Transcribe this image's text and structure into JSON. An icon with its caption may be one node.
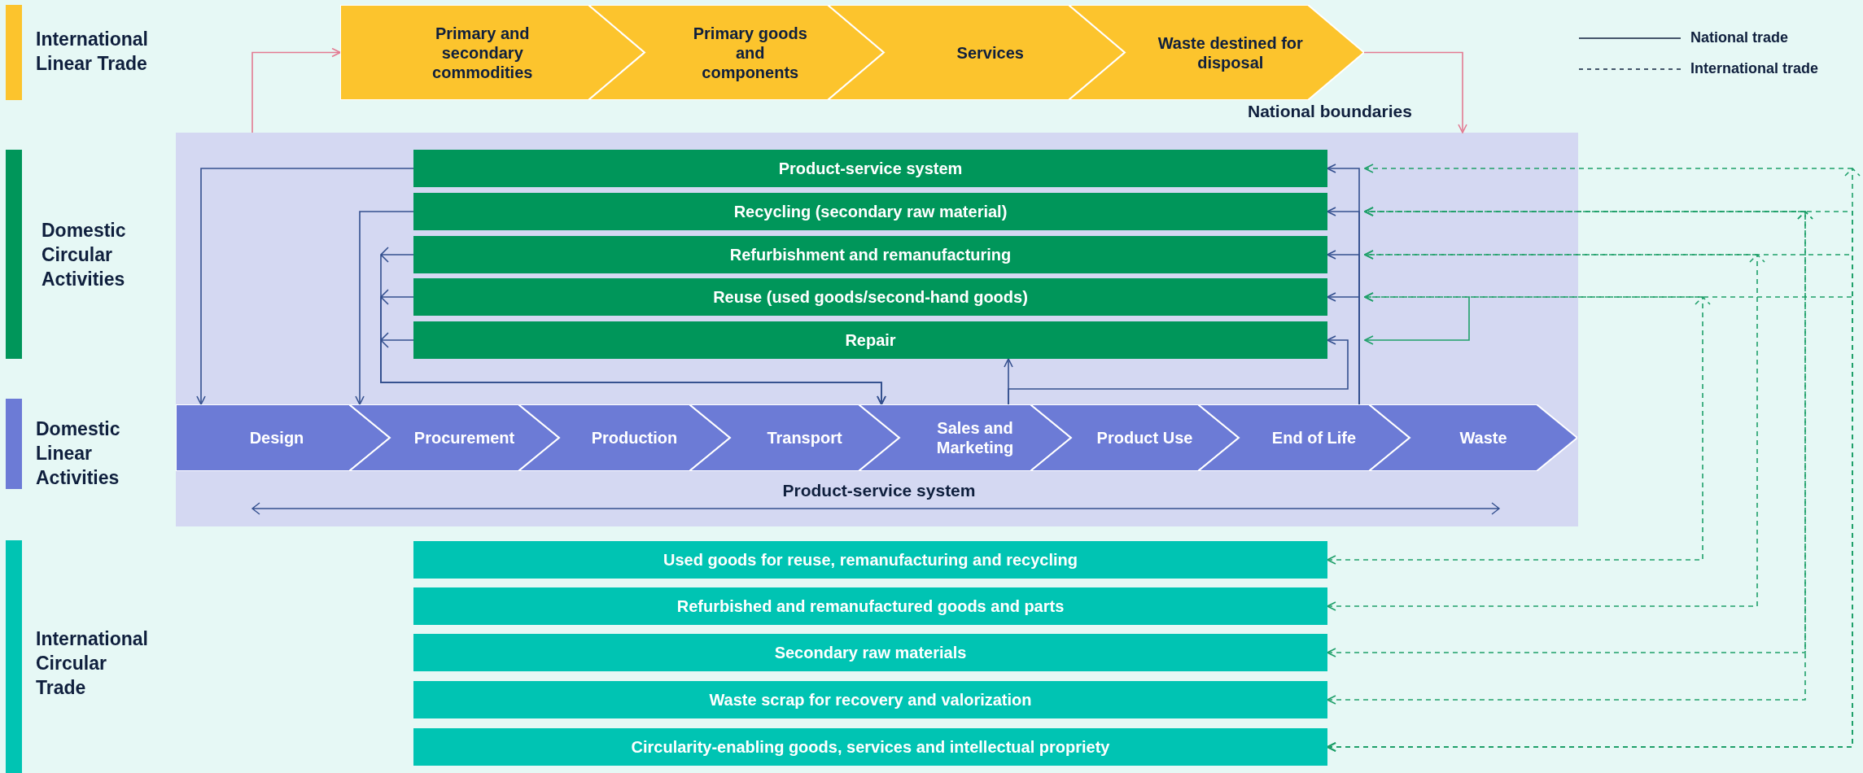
{
  "diagram": {
    "nodes": [
      {
        "text": [
          "National boundaries"
        ]
      },
      {
        "text": [
          "Primary and secondary commodities"
        ]
      },
      {
        "text": [
          "Primary goods and components"
        ]
      },
      {
        "text": [
          "Services"
        ]
      },
      {
        "text": [
          "Waste destined for disposal"
        ]
      },
      {
        "text": [
          "Product-service system"
        ],
        "in": 0
      },
      {
        "text": [
          "Recycling (secondary raw material)"
        ],
        "in": 0
      },
      {
        "text": [
          "Refurbishment and remanufacturing"
        ],
        "in": 0
      },
      {
        "text": [
          "Reuse (used goods/second-hand goods)"
        ],
        "in": 0
      },
      {
        "text": [
          "Repair"
        ],
        "in": 0
      },
      {
        "text": [
          "Design"
        ],
        "in": 0
      },
      {
        "text": [
          "Procurement"
        ],
        "in": 0
      },
      {
        "text": [
          "Production"
        ],
        "in": 0
      },
      {
        "text": [
          "Transport"
        ],
        "in": 0
      },
      {
        "text": [
          "Sales and Marketing"
        ],
        "in": 0
      },
      {
        "text": [
          "Product Use"
        ],
        "in": 0
      },
      {
        "text": [
          "End of Life"
        ],
        "in": 0
      },
      {
        "text": [
          "Waste"
        ],
        "in": 0
      },
      {
        "text": [
          "Used goods for reuse, remanufacturing and recycling"
        ]
      },
      {
        "text": [
          "Refurbished and remanufactured goods and parts"
        ]
      },
      {
        "text": [
          "Secondary raw materials"
        ]
      },
      {
        "text": [
          "Waste scrap for recovery and valorization"
        ]
      },
      {
        "text": [
          "Circularity-enabling goods, services and intellectual propriety"
        ]
      },
      {
        "text": [
          "International Linear Trade"
        ]
      },
      {
        "text": [
          "Domestic Circular Activities"
        ]
      },
      {
        "text": [
          "Domestic Linear Activities"
        ]
      },
      {
        "text": [
          "International Circular Trade"
        ]
      }
    ],
    "edges": [
      {
        "from": 0,
        "to": 1,
        "arrow": "to",
        "color": "#e37a92"
      },
      {
        "from": 4,
        "to": 0,
        "arrow": "to",
        "color": "#e37a92"
      },
      {
        "from": 5,
        "to": 10,
        "arrow": "to"
      },
      {
        "from": 6,
        "to": 11,
        "arrow": "to"
      },
      {
        "from": 7,
        "to": 14,
        "arrow": "to"
      },
      {
        "from": 8,
        "to": 14,
        "arrow": "to"
      },
      {
        "from": 9,
        "to": 14,
        "arrow": "to"
      },
      {
        "from": 14,
        "to": 9,
        "arrow": "to"
      },
      {
        "from": 14,
        "to": 9,
        "arrow": "to"
      },
      {
        "from": 16,
        "to": 5,
        "arrow": "to"
      },
      {
        "from": 16,
        "to": 6,
        "arrow": "to"
      },
      {
        "from": 16,
        "to": 7,
        "arrow": "to"
      },
      {
        "from": 16,
        "to": 8,
        "arrow": "to"
      },
      {
        "from": 18,
        "to": 8,
        "arrow": "both",
        "style": "dashed",
        "color": "#1fa06a"
      },
      {
        "from": 19,
        "to": 7,
        "arrow": "both",
        "style": "dashed",
        "color": "#1fa06a"
      },
      {
        "from": 20,
        "to": 6,
        "arrow": "both",
        "style": "dashed",
        "color": "#1fa06a"
      },
      {
        "from": 21,
        "to": 6,
        "arrow": "both",
        "style": "dashed",
        "color": "#1fa06a"
      },
      {
        "from": 22,
        "to": 5,
        "arrow": "both",
        "style": "dashed",
        "color": "#1fa06a"
      },
      {
        "from": 22,
        "to": 6,
        "arrow": "both",
        "style": "dashed",
        "color": "#1fa06a"
      },
      {
        "from": 22,
        "to": 7,
        "arrow": "both",
        "style": "dashed",
        "color": "#1fa06a"
      },
      {
        "from": 22,
        "to": 8,
        "arrow": "both",
        "style": "dashed",
        "color": "#1fa06a"
      },
      {
        "from": null,
        "to": 9,
        "arrow": "to",
        "color": "#1fa06a"
      }
    ],
    "labels": [
      "Product-service system"
    ],
    "legend": [
      {
        "text": "National trade"
      },
      {
        "text": "International trade"
      }
    ]
  }
}
